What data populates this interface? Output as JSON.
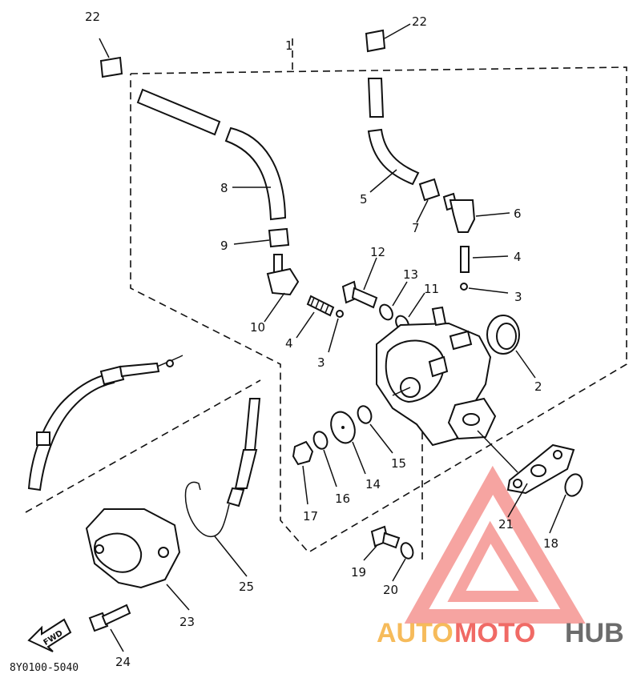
{
  "callouts": {
    "c1": "1",
    "c2": "2",
    "c3a": "3",
    "c3b": "3",
    "c4a": "4",
    "c4b": "4",
    "c5": "5",
    "c6": "6",
    "c7": "7",
    "c8": "8",
    "c9": "9",
    "c10": "10",
    "c11": "11",
    "c12": "12",
    "c13": "13",
    "c14": "14",
    "c15": "15",
    "c16": "16",
    "c17": "17",
    "c18": "18",
    "c19": "19",
    "c20": "20",
    "c21": "21",
    "c22a": "22",
    "c22b": "22",
    "c23": "23",
    "c24": "24",
    "c25": "25"
  },
  "diagram_code": "8Y0100-5040",
  "fwd_label": "FWD",
  "watermark": {
    "part1": "AUTO",
    "part2": "MOTO",
    "part3": "HUB",
    "colors": {
      "auto": "#f6b44a",
      "moto": "#ef5a55",
      "hub": "#5d5d5d",
      "triangle": "#ef5a55"
    }
  }
}
